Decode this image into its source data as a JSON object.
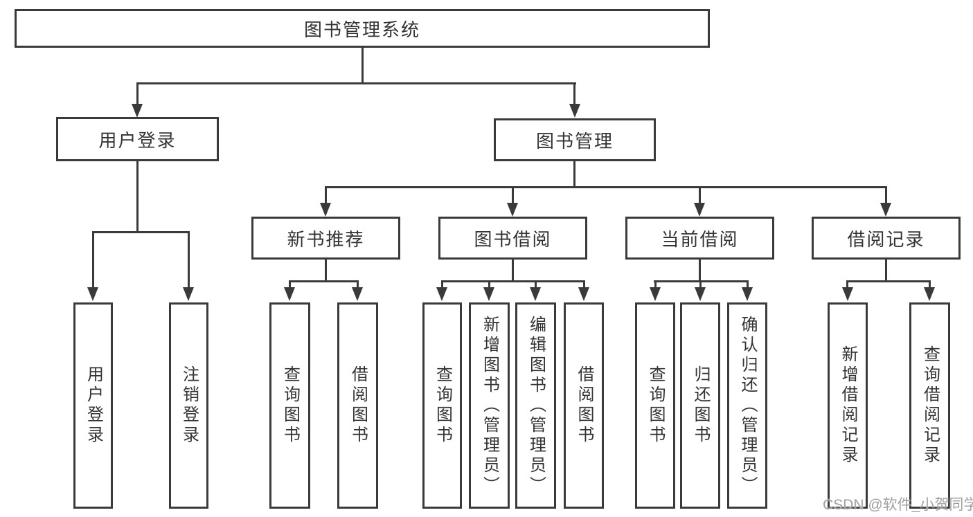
{
  "diagram": {
    "colors": {
      "line": "#3a3a3a",
      "text": "#333333",
      "background": "#ffffff",
      "watermark": "#a0a0a0"
    },
    "nodes": {
      "root": {
        "label": "图书管理系统"
      },
      "user_login": {
        "label": "用户登录"
      },
      "book_mgmt": {
        "label": "图书管理"
      },
      "new_book": {
        "label": "新书推荐"
      },
      "book_borrow": {
        "label": "图书借阅"
      },
      "current_borrow": {
        "label": "当前借阅"
      },
      "borrow_record": {
        "label": "借阅记录"
      },
      "leaf_login": {
        "label": "用户登录"
      },
      "leaf_logout": {
        "label": "注销登录"
      },
      "leaf_nb_query": {
        "label": "查询图书"
      },
      "leaf_nb_borrow": {
        "label": "借阅图书"
      },
      "leaf_bw_query": {
        "label": "查询图书"
      },
      "leaf_bw_add": {
        "label": "新增图书（管理员）"
      },
      "leaf_bw_edit": {
        "label": "编辑图书（管理员）"
      },
      "leaf_bw_borrow": {
        "label": "借阅图书"
      },
      "leaf_cb_query": {
        "label": "查询图书"
      },
      "leaf_cb_return": {
        "label": "归还图书"
      },
      "leaf_cb_confirm": {
        "label": "确认归还（管理员）"
      },
      "leaf_rec_add": {
        "label": "新增借阅记录"
      },
      "leaf_rec_query": {
        "label": "查询借阅记录"
      }
    },
    "watermark": {
      "text": "CSDN @软件_小贺同学"
    }
  }
}
